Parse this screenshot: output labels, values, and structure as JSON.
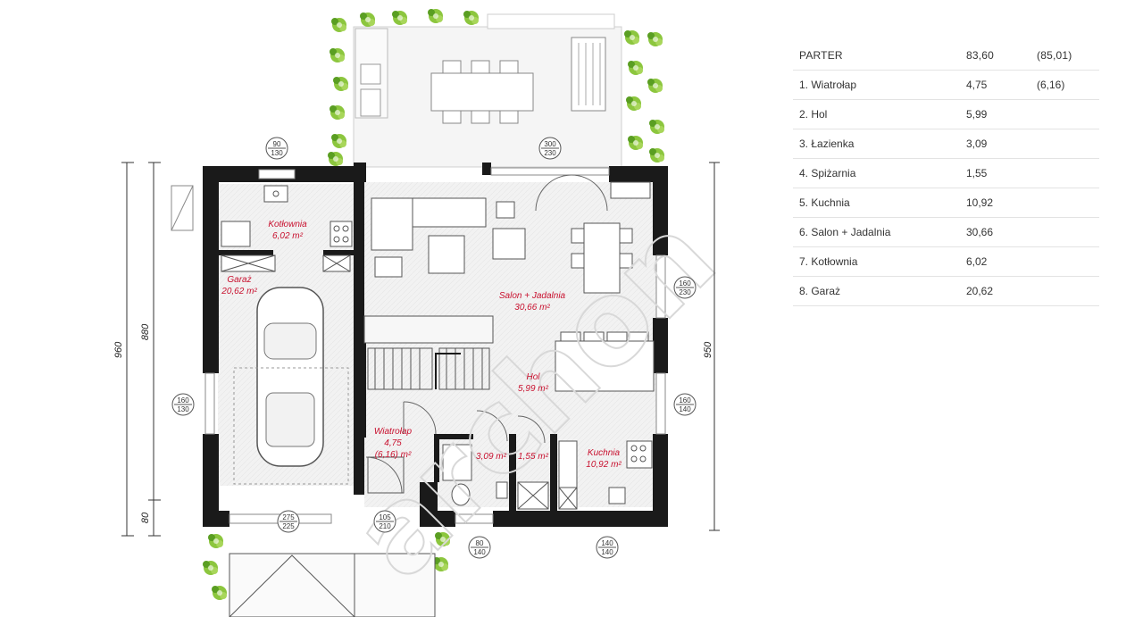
{
  "plan": {
    "rooms": {
      "kotlownia": {
        "name": "Kotłownia",
        "area": "6,02 m²"
      },
      "garaz": {
        "name": "Garaż",
        "area": "20,62 m²"
      },
      "salon": {
        "name": "Salon + Jadalnia",
        "area": "30,66 m²"
      },
      "hol": {
        "name": "Hol",
        "area": "5,99 m²"
      },
      "wiatrolap": {
        "name": "Wiatrołap",
        "area": "4,75",
        "area2": "(6,16) m²"
      },
      "lazienka": {
        "area": "3,09 m²"
      },
      "spizarnia": {
        "area": "1,55 m²"
      },
      "kuchnia": {
        "name": "Kuchnia",
        "area": "10,92 m²"
      }
    },
    "dims": {
      "left_outer": "960",
      "left_inner": "880",
      "left_bottom": "80",
      "right": "950"
    },
    "windows": {
      "w1": {
        "a": "90",
        "b": "130"
      },
      "w2": {
        "a": "300",
        "b": "230"
      },
      "w3": {
        "a": "160",
        "b": "230"
      },
      "w4": {
        "a": "160",
        "b": "130"
      },
      "w5": {
        "a": "160",
        "b": "140"
      },
      "w6": {
        "a": "275",
        "b": "225"
      },
      "w7": {
        "a": "105",
        "b": "210"
      },
      "w8": {
        "a": "80",
        "b": "140"
      },
      "w9": {
        "a": "140",
        "b": "140"
      }
    },
    "watermark": "archon"
  },
  "table": {
    "header": {
      "label": "PARTER",
      "value": "83,60",
      "value2": "(85,01)"
    },
    "rows": [
      {
        "label": "1. Wiatrołap",
        "value": "4,75",
        "value2": "(6,16)"
      },
      {
        "label": "2. Hol",
        "value": "5,99",
        "value2": ""
      },
      {
        "label": "3. Łazienka",
        "value": "3,09",
        "value2": ""
      },
      {
        "label": "4. Spiżarnia",
        "value": "1,55",
        "value2": ""
      },
      {
        "label": "5. Kuchnia",
        "value": "10,92",
        "value2": ""
      },
      {
        "label": "6. Salon + Jadalnia",
        "value": "30,66",
        "value2": ""
      },
      {
        "label": "7. Kotłownia",
        "value": "6,02",
        "value2": ""
      },
      {
        "label": "8. Garaż",
        "value": "20,62",
        "value2": ""
      }
    ]
  }
}
